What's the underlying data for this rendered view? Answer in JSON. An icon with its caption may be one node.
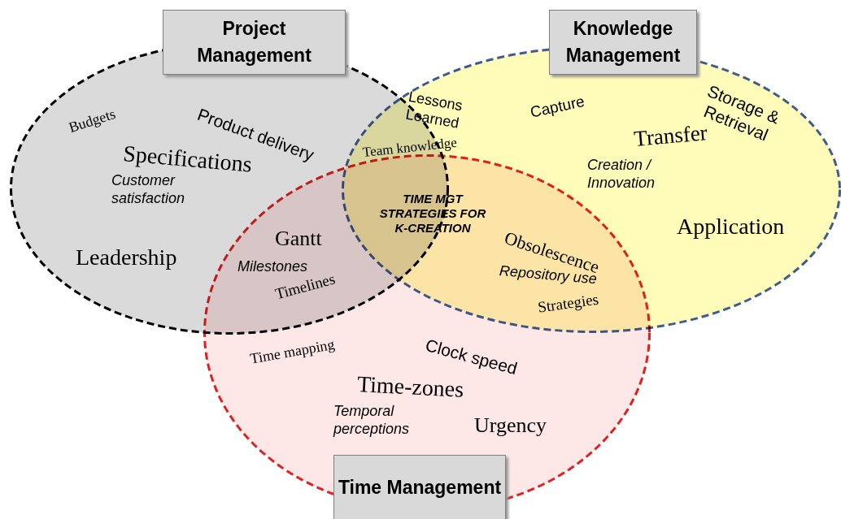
{
  "diagram": {
    "nodes": [
      {
        "text": [],
        "shape": "ellipse"
      },
      {
        "text": [],
        "shape": "ellipse"
      },
      {
        "text": [],
        "shape": "ellipse"
      },
      {
        "text": [
          "Project Management"
        ]
      },
      {
        "text": [
          "Knowledge Management"
        ]
      },
      {
        "text": [
          "Time Management"
        ]
      }
    ],
    "labels": [
      "Lessons Learned",
      "Storage & Retrieval",
      "Product delivery",
      "Capture",
      "Budgets",
      "Transfer",
      "Team knowledge",
      "Specifications",
      "Creation / Innovation",
      "Customer satisfaction",
      "TIME MGT STRATEGIES FOR K-CREATION",
      "Application",
      "Gantt",
      "Obsolescence",
      "Leadership",
      "Milestones",
      "Repository use",
      "Timelines",
      "Strategies",
      "Clock speed",
      "Time mapping",
      "Time-zones",
      "Temporal perceptions",
      "Urgency"
    ]
  }
}
